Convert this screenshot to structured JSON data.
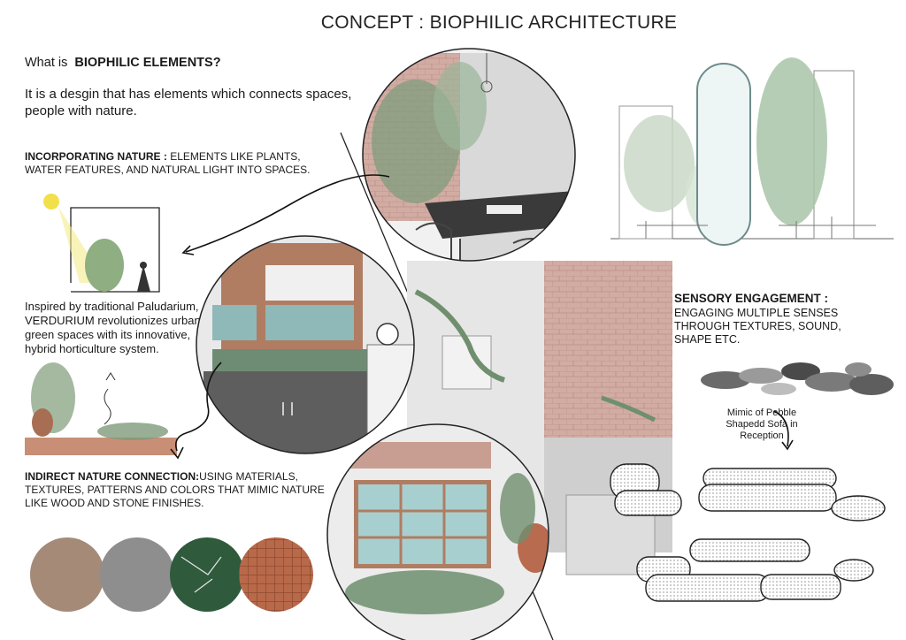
{
  "header": {
    "title": "CONCEPT : BIOPHILIC ARCHITECTURE"
  },
  "intro": {
    "question_prefix": "What is",
    "question_bold": "BIOPHILIC ELEMENTS?",
    "description": "It is a desgin that has elements which connects spaces, people with nature."
  },
  "sections": {
    "nature": {
      "heading": "INCORPORATING NATURE :",
      "text": " ELEMENTS LIKE PLANTS, WATER FEATURES, AND NATURAL LIGHT INTO SPACES."
    },
    "indirect": {
      "heading": "INDIRECT NATURE CONNECTION:",
      "text": "USING MATERIALS, TEXTURES, PATTERNS AND COLORS THAT MIMIC NATURE LIKE WOOD AND STONE FINISHES."
    },
    "sensory": {
      "heading": "SENSORY ENGAGEMENT :",
      "text": "ENGAGING MULTIPLE SENSES THROUGH TEXTURES, SOUND, SHAPE ETC."
    }
  },
  "notes": {
    "verdurium": "Inspired by traditional Paludarium, VERDURIUM revolutionizes urban green spaces with its innovative, hybrid horticulture system.",
    "pebble": "Mimic of Pebble Shapedd Sofa in Reception"
  },
  "materials": [
    "wood",
    "stone",
    "green-marble",
    "terracotta-tile"
  ],
  "colors": {
    "wood": "#a58a78",
    "stone": "#8e8e8e",
    "marble": "#2f5a3c",
    "terracotta": "#b8694a",
    "foliage": "#7d9a7a",
    "brick": "#c99e92",
    "teal": "#8fb8b8",
    "sky": "#cfe3e3"
  }
}
